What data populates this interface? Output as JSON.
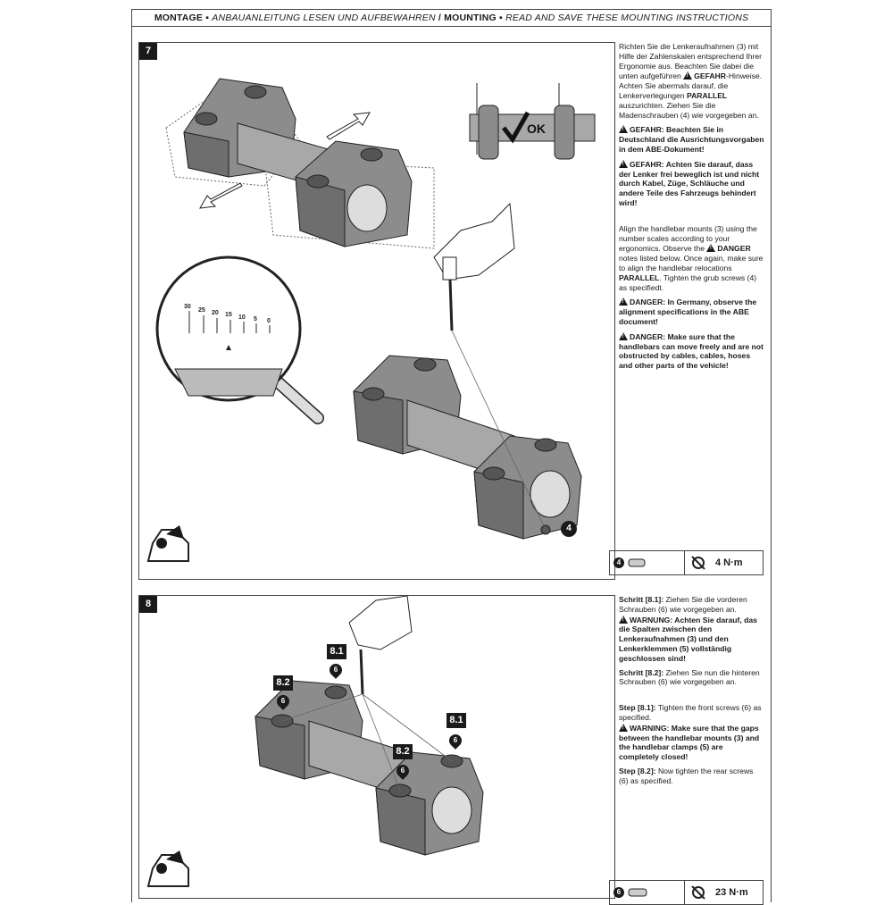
{
  "header": {
    "montage": "MONTAGE",
    "montage_sub": "ANBAUANLEITUNG LESEN UND AUFBEWAHREN",
    "sep": "/",
    "mounting": "MOUNTING",
    "mounting_sub": "READ AND SAVE THESE MOUNTING INSTRUCTIONS"
  },
  "step7": {
    "number": "7",
    "de_intro": "Richten Sie die Lenkeraufnahmen (3) mit Hilfe der Zahlenskalen entsprechend Ihrer Ergonomie aus. Beachten Sie dabei die unten aufgeführen",
    "de_gefahr_word": "GEFAHR",
    "de_after_gefahr": "-Hinweise. Achten Sie abermals darauf, die Lenkerverlegungen",
    "de_parallel": "PARALLEL",
    "de_after_parallel": "auszurichten. Ziehen Sie die Madenschrauben (4) wie vorgegeben an.",
    "de_danger1": "GEFAHR: Beachten Sie in Deutschland die Ausrichtungsvorgaben in dem ABE-Dokument!",
    "de_danger2": "GEFAHR: Achten Sie darauf, dass der Lenker frei beweglich ist und nicht durch Kabel, Züge, Schläuche und andere Teile des Fahrzeugs behindert wird!",
    "en_intro": "Align the handlebar mounts (3) using the number scales according to your ergonomics. Observe the",
    "en_danger_word": "DANGER",
    "en_after_danger": "notes listed below. Once again, make sure to align the handlebar relocations",
    "en_parallel": "PARALLEL",
    "en_after_parallel": ". Tighten the grub screws (4) as specifiedt.",
    "en_danger1": "DANGER: In Germany, observe the alignment specifications in the ABE document!",
    "en_danger2": "DANGER: Make sure that the handlebars can move freely and are not obstructed by cables, cables, hoses and other parts of the vehicle!",
    "ok_label": "OK",
    "scale_labels": [
      "30",
      "25",
      "20",
      "15",
      "10",
      "5",
      "0"
    ],
    "part_number": "4",
    "callout_part": "4",
    "torque": "4 N·m"
  },
  "step8": {
    "number": "8",
    "de_s1_label": "Schritt [8.1]:",
    "de_s1_text": "Ziehen Sie die vorderen Schrauben (6) wie vorgegeben an.",
    "de_warn": "WARNUNG: Achten Sie darauf, das die Spalten zwischen den Lenkeraufnahmen (3) und den Lenkerklemmen (5) vollständig geschlossen sind!",
    "de_s2_label": "Schritt [8.2]:",
    "de_s2_text": "Ziehen Sie nun die hinteren Schrauben (6) wie vorgegeben an.",
    "en_s1_label": "Step [8.1]:",
    "en_s1_text": "Tighten the front screws (6) as specified.",
    "en_warn": "WARNING: Make sure that the gaps between the handlebar mounts (3) and the handlebar clamps (5) are completely closed!",
    "en_s2_label": "Step [8.2]:",
    "en_s2_text": "Now tighten the rear screws (6) as specified.",
    "callout_81": "8.1",
    "callout_82": "8.2",
    "pin_label": "6",
    "part_number": "6",
    "torque": "23 N·m"
  },
  "colors": {
    "ink": "#1a1a1a",
    "metal": "#8c8c8c",
    "metal_dark": "#6e6e6e",
    "tube": "#a8a8a8"
  }
}
